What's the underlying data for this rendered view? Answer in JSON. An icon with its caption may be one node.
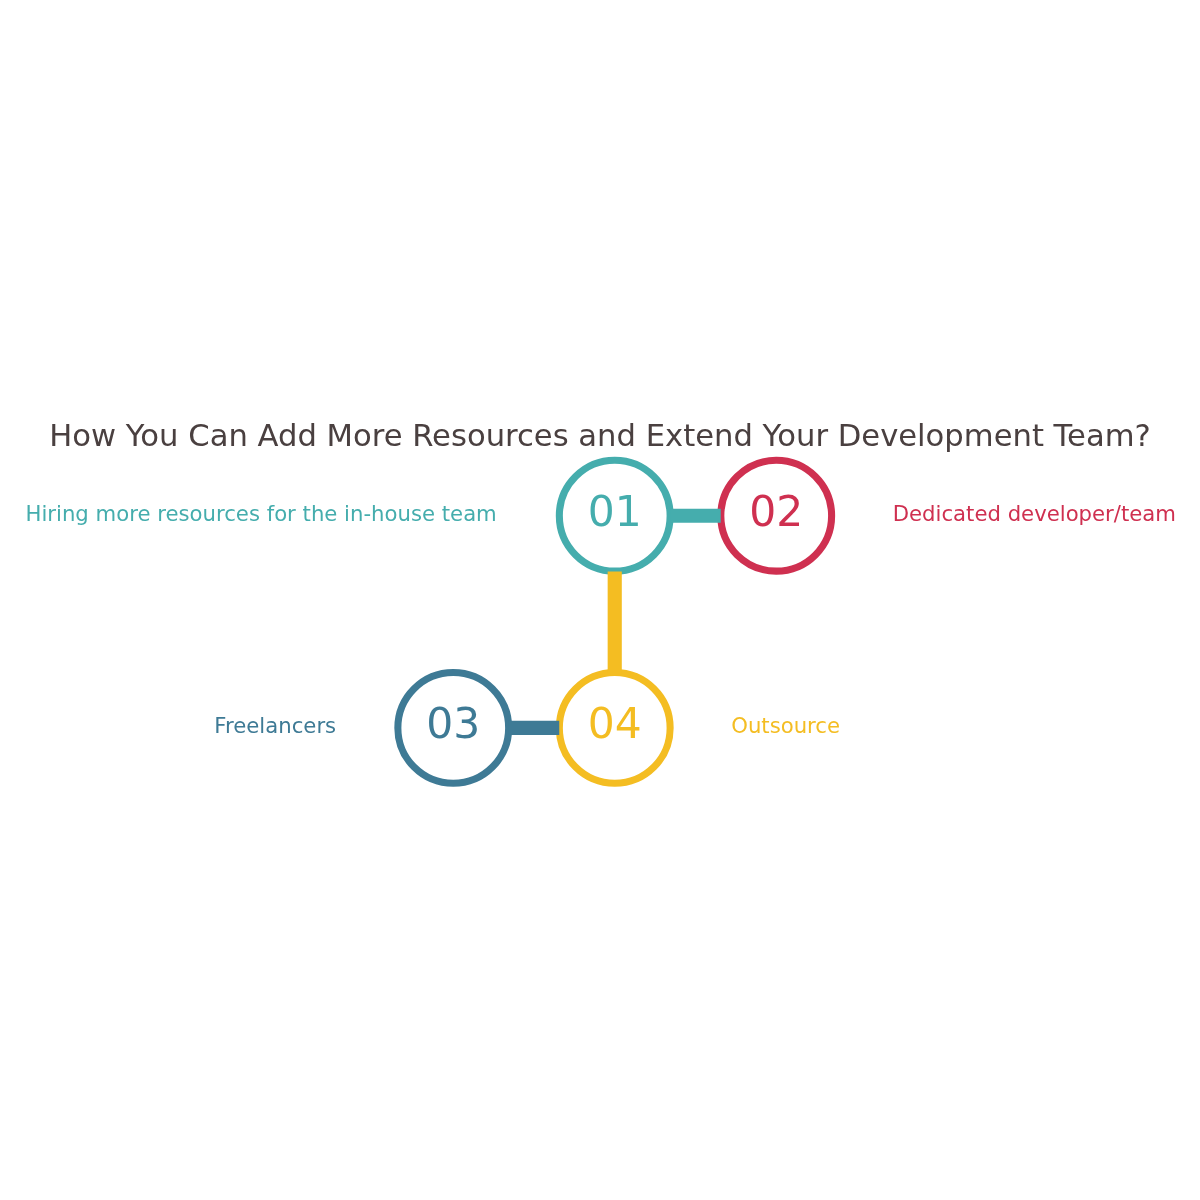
{
  "diagram": {
    "title": "How You Can Add More Resources and Extend Your Development Team?",
    "nodes": [
      {
        "text": [
          "01"
        ],
        "beside": [
          "Hiring more resources for the in-house team"
        ]
      },
      {
        "text": [
          "02"
        ],
        "beside": [
          "Dedicated developer/team"
        ]
      },
      {
        "text": [
          "03"
        ],
        "beside": [
          "Freelancers"
        ]
      },
      {
        "text": [
          "04"
        ],
        "beside": [
          "Outsource"
        ]
      }
    ],
    "edges": [
      {
        "from": 0,
        "to": 1,
        "arrow": "none",
        "color": "#45adad"
      },
      {
        "from": 0,
        "to": 3,
        "arrow": "none",
        "color": "#f4bd22"
      },
      {
        "from": 2,
        "to": 3,
        "arrow": "none",
        "color": "#3e7a95"
      }
    ]
  }
}
